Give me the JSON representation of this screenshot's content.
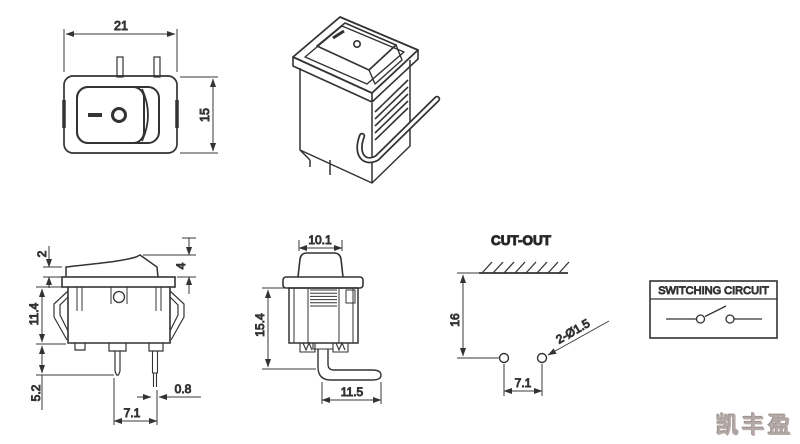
{
  "drawing": {
    "front_view": {
      "width": "21",
      "height": "15"
    },
    "side_view": {
      "rocker_protrusion": "2",
      "rocker_peak": "4",
      "body_height": "11.4",
      "terminal_length": "5.2",
      "terminal_pitch": "7.1",
      "terminal_thickness": "0.8"
    },
    "end_view": {
      "rocker_width": "10.1",
      "overall_height": "15.4",
      "foot_length": "11.5"
    },
    "cutout": {
      "title": "CUT-OUT",
      "depth": "16",
      "hole_pitch": "7.1",
      "holes_note": "2-Ø1.5"
    },
    "circuit": {
      "title": "SWITCHING CIRCUIT"
    },
    "watermark": "凯丰盈",
    "colors": {
      "line": "#333333",
      "dim_text": "#26262b",
      "watermark": "#b4a9a7",
      "background": "#ffffff"
    }
  }
}
